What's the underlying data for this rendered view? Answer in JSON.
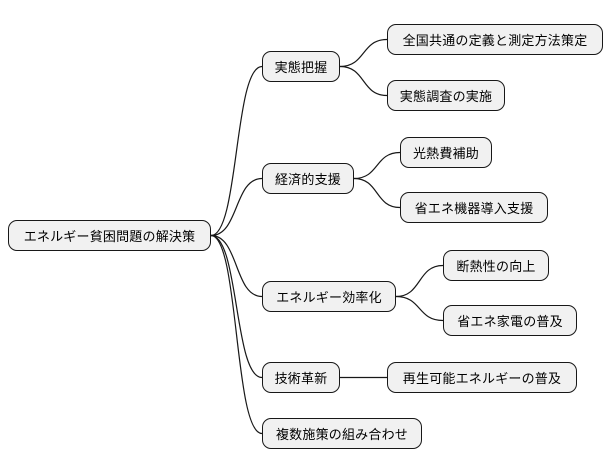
{
  "mindmap": {
    "root": {
      "label": "エネルギー貧困問題の解決策"
    },
    "branches": [
      {
        "label": "実態把握",
        "children": [
          {
            "label": "全国共通の定義と測定方法策定"
          },
          {
            "label": "実態調査の実施"
          }
        ]
      },
      {
        "label": "経済的支援",
        "children": [
          {
            "label": "光熱費補助"
          },
          {
            "label": "省エネ機器導入支援"
          }
        ]
      },
      {
        "label": "エネルギー効率化",
        "children": [
          {
            "label": "断熱性の向上"
          },
          {
            "label": "省エネ家電の普及"
          }
        ]
      },
      {
        "label": "技術革新",
        "children": [
          {
            "label": "再生可能エネルギーの普及"
          }
        ]
      },
      {
        "label": "複数施策の組み合わせ",
        "children": []
      }
    ]
  },
  "colors": {
    "node_fill": "#f1f1f1",
    "node_border": "#181818",
    "link": "#181818"
  }
}
